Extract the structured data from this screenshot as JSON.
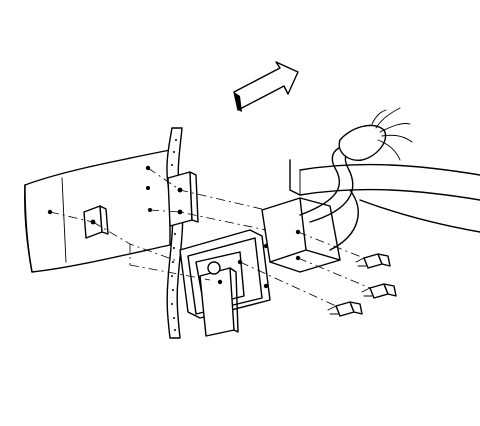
{
  "figure": {
    "kind": "exploded-view illustration",
    "text_labels": []
  },
  "parts": [
    {
      "id": "bumper-fascia",
      "icon": "bumper-fascia-shape"
    },
    {
      "id": "retainer-plate-small",
      "icon": "square-clip-shape"
    },
    {
      "id": "retainer-plate-double",
      "icon": "double-clip-shape"
    },
    {
      "id": "foam-seal-strip",
      "icon": "dotted-strip-shape"
    },
    {
      "id": "lamp-housing",
      "icon": "lamp-housing-shape"
    },
    {
      "id": "mounting-bracket",
      "icon": "bracket-shape"
    },
    {
      "id": "mounting-screws",
      "icon": "screw-shape",
      "count": 3
    },
    {
      "id": "wiring-harness",
      "icon": "harness-shape"
    }
  ],
  "direction_arrow": {
    "icon": "forward-arrow",
    "meaning": "forward"
  },
  "colors": {
    "ink": "#000000",
    "paper": "#ffffff"
  }
}
